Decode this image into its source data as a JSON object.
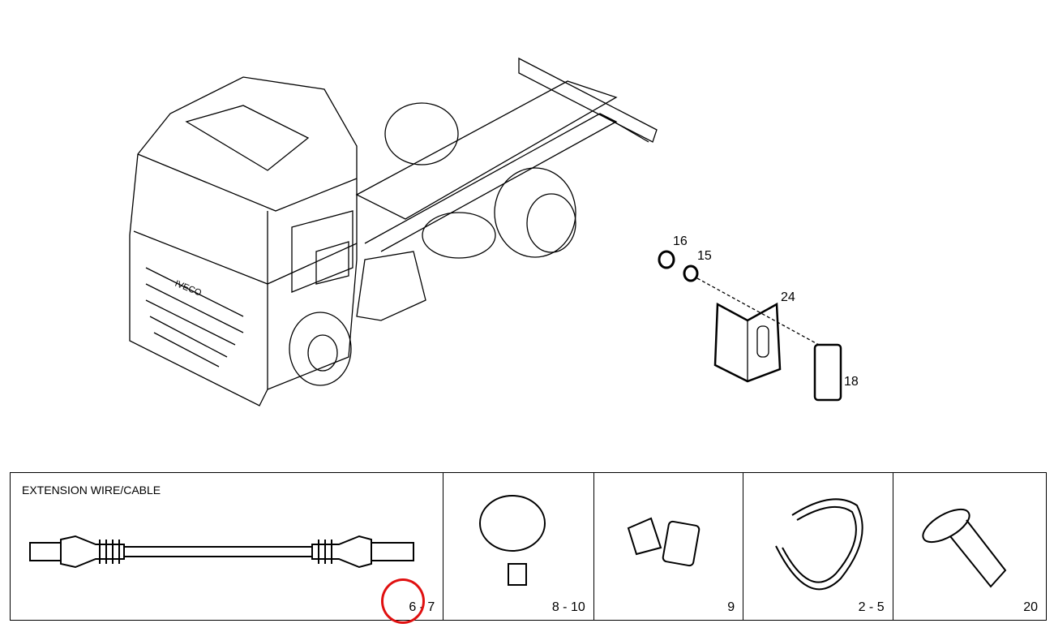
{
  "main_view": {
    "callouts": [
      {
        "label": "16"
      },
      {
        "label": "15"
      },
      {
        "label": "24"
      },
      {
        "label": "18"
      }
    ]
  },
  "panels": [
    {
      "title": "EXTENSION WIRE/CABLE",
      "ref": "6 - 7"
    },
    {
      "ref": "8 - 10"
    },
    {
      "ref": "9"
    },
    {
      "ref": "2 - 5"
    },
    {
      "ref": "20"
    }
  ],
  "highlight_color": "#e01010"
}
